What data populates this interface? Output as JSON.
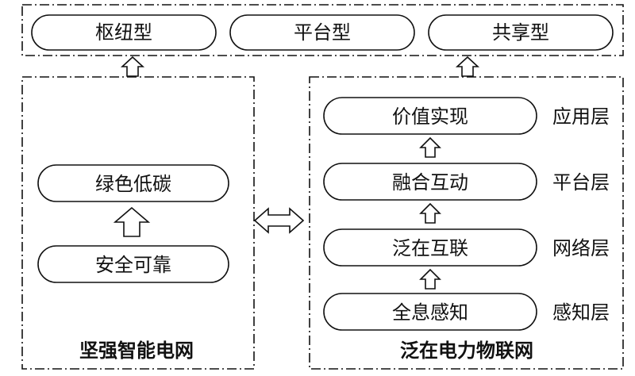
{
  "colors": {
    "line": "#111111",
    "background": "#ffffff"
  },
  "top_row": {
    "items": [
      "枢纽型",
      "平台型",
      "共享型"
    ]
  },
  "left_panel": {
    "caption": "坚强智能电网",
    "stages": [
      "绿色低碳",
      "安全可靠"
    ]
  },
  "right_panel": {
    "caption": "泛在电力物联网",
    "layers": [
      {
        "name": "价值实现",
        "layer": "应用层"
      },
      {
        "name": "融合互动",
        "layer": "平台层"
      },
      {
        "name": "泛在互联",
        "layer": "网络层"
      },
      {
        "name": "全息感知",
        "layer": "感知层"
      }
    ]
  }
}
